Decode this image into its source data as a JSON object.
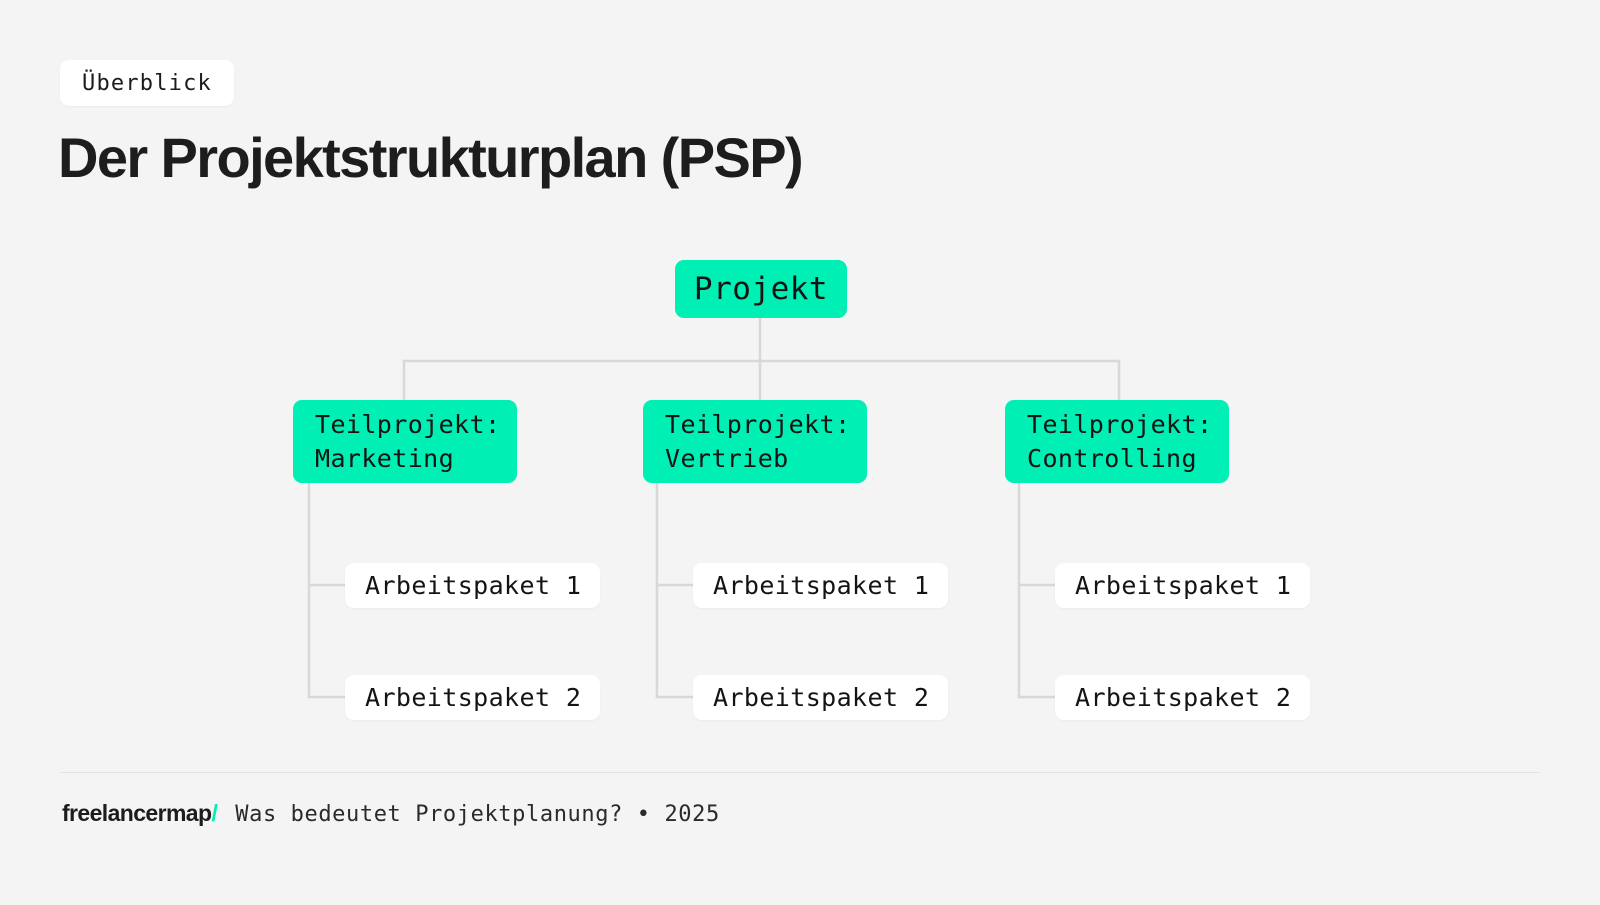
{
  "header": {
    "badge": "Überblick",
    "title": "Der Projektstrukturplan (PSP)"
  },
  "colors": {
    "background": "#f4f4f4",
    "accent": "#00efb4",
    "node_text": "#141414",
    "title": "#1d1d1d",
    "connector": "#d8d8d8",
    "leaf_background": "#ffffff"
  },
  "chart_data": {
    "type": "diagram",
    "title": "Der Projektstrukturplan (PSP)",
    "orientation": "top-down work breakdown structure",
    "root": "Projekt",
    "branches": [
      {
        "label": "Teilprojekt:\nMarketing",
        "line1": "Teilprojekt:",
        "line2": "Marketing",
        "children": [
          "Arbeitspaket 1",
          "Arbeitspaket 2"
        ]
      },
      {
        "label": "Teilprojekt:\nVertrieb",
        "line1": "Teilprojekt:",
        "line2": "Vertrieb",
        "children": [
          "Arbeitspaket 1",
          "Arbeitspaket 2"
        ]
      },
      {
        "label": "Teilprojekt:\nControlling",
        "line1": "Teilprojekt:",
        "line2": "Controlling",
        "children": [
          "Arbeitspaket 1",
          "Arbeitspaket 2"
        ]
      }
    ]
  },
  "nodes": {
    "root": "Projekt",
    "branch_0_line1": "Teilprojekt:",
    "branch_0_line2": "Marketing",
    "branch_1_line1": "Teilprojekt:",
    "branch_1_line2": "Vertrieb",
    "branch_2_line1": "Teilprojekt:",
    "branch_2_line2": "Controlling",
    "leaf_0_0": "Arbeitspaket 1",
    "leaf_0_1": "Arbeitspaket 2",
    "leaf_1_0": "Arbeitspaket 1",
    "leaf_1_1": "Arbeitspaket 2",
    "leaf_2_0": "Arbeitspaket 1",
    "leaf_2_1": "Arbeitspaket 2"
  },
  "footer": {
    "logo_name": "freelancermap",
    "logo_slash": "/",
    "meta": "Was bedeutet Projektplanung? • 2025"
  }
}
